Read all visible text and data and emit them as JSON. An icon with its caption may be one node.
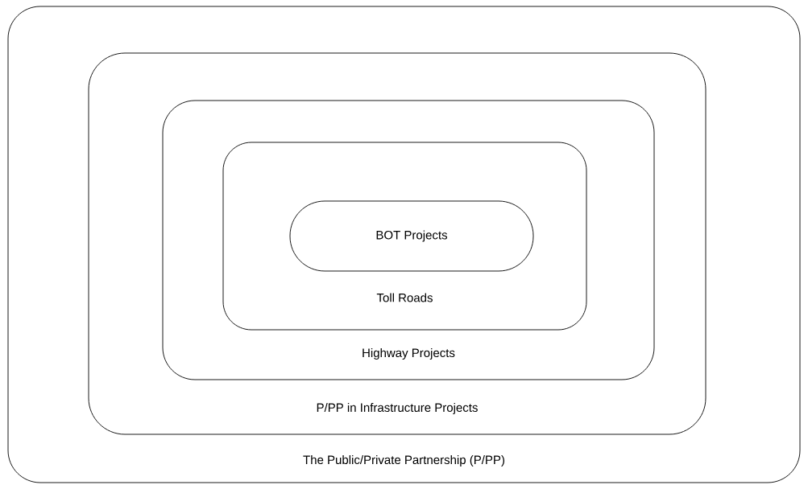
{
  "diagram": {
    "nodes": [
      {
        "text": [
          "The Public/Private Partnership (P/PP)"
        ]
      },
      {
        "text": [
          "P/PP in Infrastructure Projects"
        ],
        "in": 0
      },
      {
        "text": [
          "Highway Projects"
        ],
        "in": 1
      },
      {
        "text": [
          "Toll Roads"
        ],
        "in": 2
      },
      {
        "text": [
          "BOT Projects"
        ],
        "in": 3
      }
    ]
  }
}
